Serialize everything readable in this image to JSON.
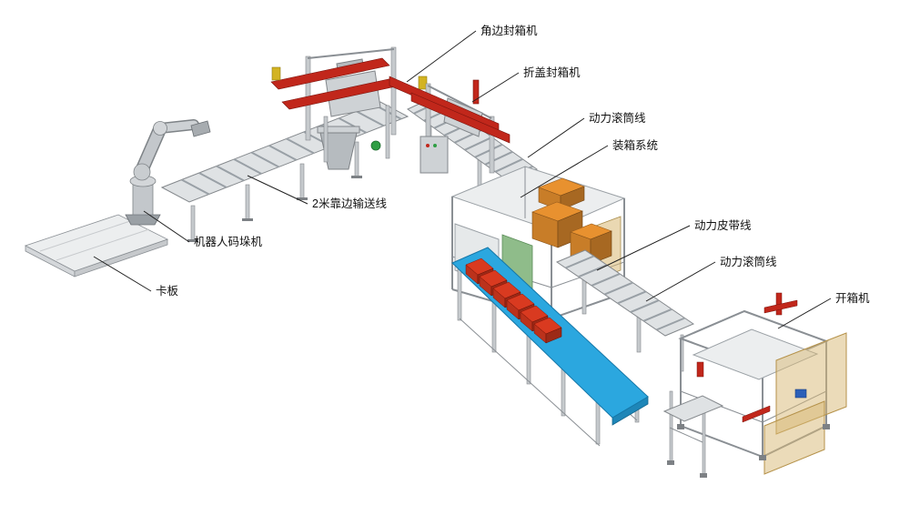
{
  "diagram": {
    "type": "equipment-line-illustration",
    "background": "#ffffff",
    "labels": [
      {
        "id": "corner-sealer",
        "text": "角边封箱机"
      },
      {
        "id": "flap-sealer",
        "text": "折盖封箱机"
      },
      {
        "id": "roller-line-top",
        "text": "动力滚筒线"
      },
      {
        "id": "packing-system",
        "text": "装箱系统"
      },
      {
        "id": "belt-line",
        "text": "动力皮带线"
      },
      {
        "id": "roller-line-bottom",
        "text": "动力滚筒线"
      },
      {
        "id": "case-erector",
        "text": "开箱机"
      },
      {
        "id": "edge-conveyor",
        "text": "2米靠边输送线"
      },
      {
        "id": "robot-palletizer",
        "text": "机器人码垛机"
      },
      {
        "id": "pallet",
        "text": "卡板"
      }
    ],
    "colors": {
      "accent_red": "#c1271b",
      "belt_blue": "#2ba7df",
      "box_orange": "#e8912f",
      "box_red": "#d93a20",
      "panel_green": "#8fbc8a",
      "panel_amber": "#d8b873",
      "machine_yellow": "#d3b322",
      "button_green": "#2f9e44",
      "part_blue": "#2b5fb8"
    }
  }
}
